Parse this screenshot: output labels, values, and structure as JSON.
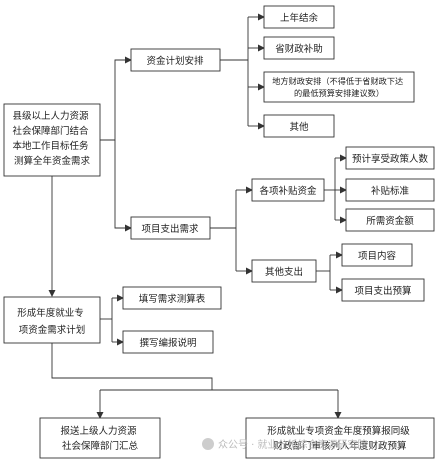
{
  "nodes": {
    "root": "县级以上人力资源社会保障部门结合本地工作目标任务测算全年资金需求",
    "fund_plan": "资金计划安排",
    "last_year_balance": "上年结余",
    "provincial_subsidy": "省财政补助",
    "local_fiscal": "地方财政安排（不得低于省财政下达的最低预算安排建议数）",
    "other_fund": "其他",
    "project_demand": "项目支出需求",
    "subsidy_funds": "各项补贴资金",
    "expected_people": "预计享受政策人数",
    "subsidy_standard": "补贴标准",
    "required_funds": "所需资金额",
    "other_expense": "其他支出",
    "project_content": "项目内容",
    "project_budget": "项目支出预算",
    "annual_plan": "形成年度就业专项资金需求计划",
    "fill_table": "填写需求测算表",
    "write_note": "撰写编报说明",
    "report_dept": "报送上级人力资源社会保障部门汇总",
    "form_budget": "形成就业专项资金年度预算报同级财政部门审核列入年度财政预算"
  },
  "watermark": "众公号 · 就业分析综合资源研究院"
}
